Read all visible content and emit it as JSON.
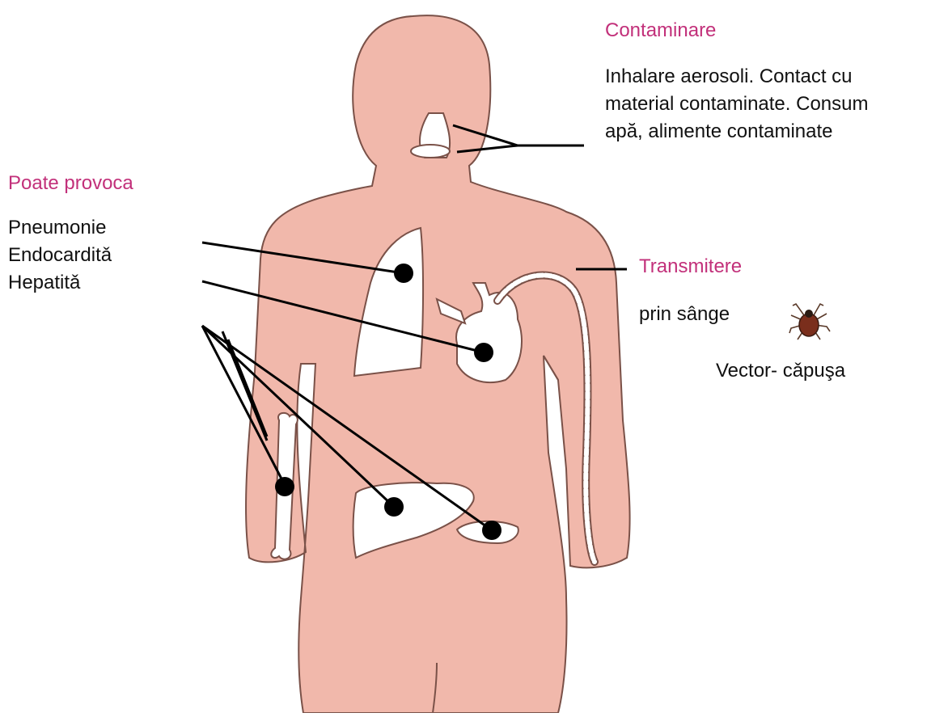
{
  "colors": {
    "heading": "#c2307a",
    "skin": "#f1b8ab",
    "outline": "#7a5148",
    "organ_fill": "#ffffff",
    "marker": "#000000",
    "leader_line": "#000000",
    "text": "#111111"
  },
  "sections": {
    "contamination": {
      "heading": "Contaminare",
      "lines": [
        "Inhalare aerosoli. Contact cu",
        "material contaminate. Consum",
        "apă, alimente contaminate"
      ]
    },
    "can_cause": {
      "heading": "Poate provoca",
      "items": [
        "Pneumonie",
        "Endocarditǎ",
        "Hepatitǎ"
      ]
    },
    "transmission": {
      "heading": "Transmitere",
      "via": "prin sânge",
      "vector": "Vector-  cǎpuşa"
    }
  },
  "icons": {
    "tick": "tick-icon"
  }
}
